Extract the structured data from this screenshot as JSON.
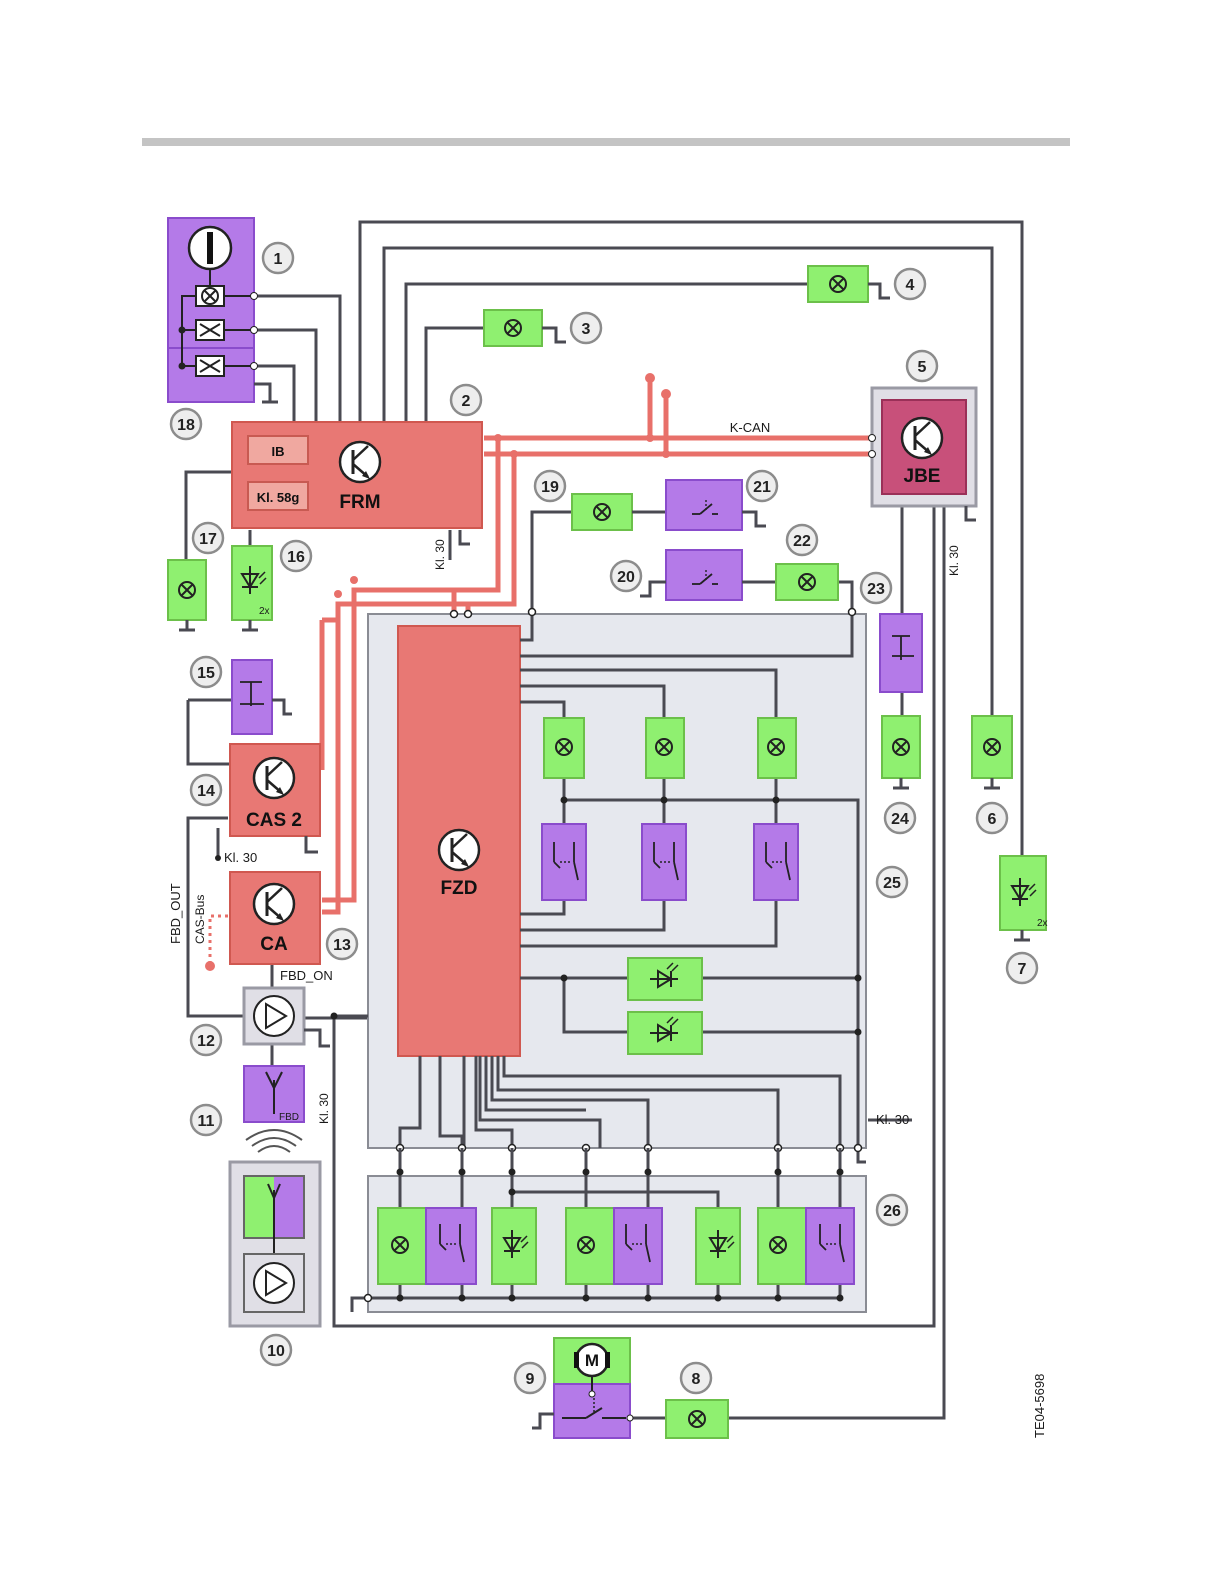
{
  "diagram": {
    "modules": {
      "frm": "FRM",
      "ib": "IB",
      "kl58g": "Kl. 58g",
      "jbe": "JBE",
      "fzd": "FZD",
      "cas2": "CAS 2",
      "ca": "CA",
      "fbd": "FBD",
      "motor": "M"
    },
    "signals": {
      "kcan": "K-CAN",
      "kl30": "Kl. 30",
      "fbd_on": "FBD_ON",
      "fbd_out": "FBD_OUT",
      "cas_bus": "CAS-Bus",
      "two_x": "2x"
    },
    "callouts": [
      "1",
      "2",
      "3",
      "4",
      "5",
      "6",
      "7",
      "8",
      "9",
      "10",
      "11",
      "12",
      "13",
      "14",
      "15",
      "16",
      "17",
      "18",
      "19",
      "20",
      "21",
      "22",
      "23",
      "24",
      "25",
      "26"
    ],
    "figure_id": "TE04-5698"
  },
  "colors": {
    "lamp": "#8ff070",
    "switch": "#b47ae8",
    "control_unit": "#e87874",
    "jbe": "#c8507a",
    "bus": "#e8706a"
  }
}
